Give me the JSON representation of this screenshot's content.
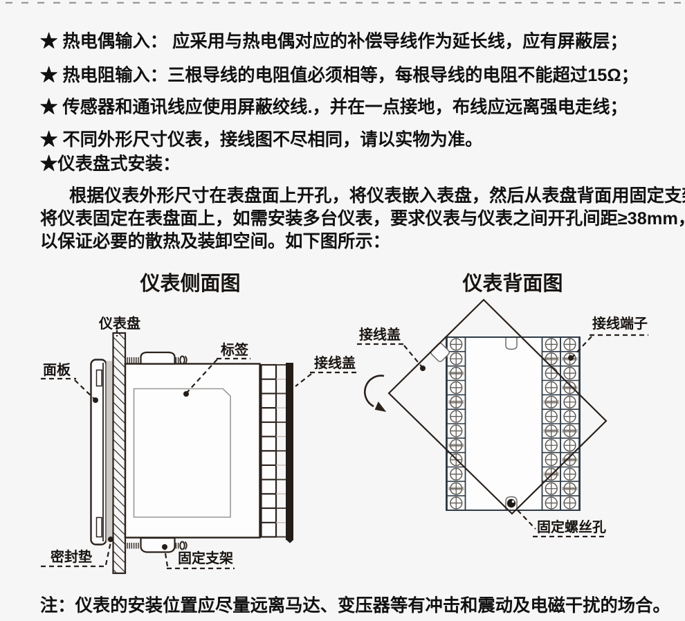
{
  "page": {
    "background": "#f6f6f6",
    "ink": "#241d18"
  },
  "bullets": [
    "★ 热电偶输入： 应采用与热电偶对应的补偿导线作为延长线，应有屏蔽层；",
    "★ 热电阻输入：三根导线的电阻值必须相等，每根导线的电阻不能超过15Ω；",
    "★ 传感器和通讯线应使用屏蔽绞线.，并在一点接地，布线应远离强电走线；",
    "★ 不同外形尺寸仪表，接线图不尽相同，请以实物为准。",
    "★仪表盘式安装："
  ],
  "paragraph": {
    "lines": [
      "根据仪表外形尺寸在表盘面上开孔，将仪表嵌入表盘，然后从表盘背面用固定支架",
      "将仪表固定在表盘面上，如需安装多台仪表，要求仪表与仪表之间开孔间距≥38mm，",
      "以保证必要的散热及装卸空间。如下图所示："
    ]
  },
  "side_view": {
    "title": "仪表侧面图",
    "labels": {
      "panel_board": "仪表盘",
      "front_panel": "面板",
      "tag": "标签",
      "terminal_cover": "接线盖",
      "gasket": "密封垫",
      "bracket": "固定支架"
    }
  },
  "back_view": {
    "title": "仪表背面图",
    "labels": {
      "terminal_cover": "接线盖",
      "terminal_block": "接线端子",
      "screw_hole": "固定螺丝孔"
    }
  },
  "note": "注：仪表的安装位置应尽量远离马达、变压器等有冲击和震动及电磁干扰的场合。"
}
